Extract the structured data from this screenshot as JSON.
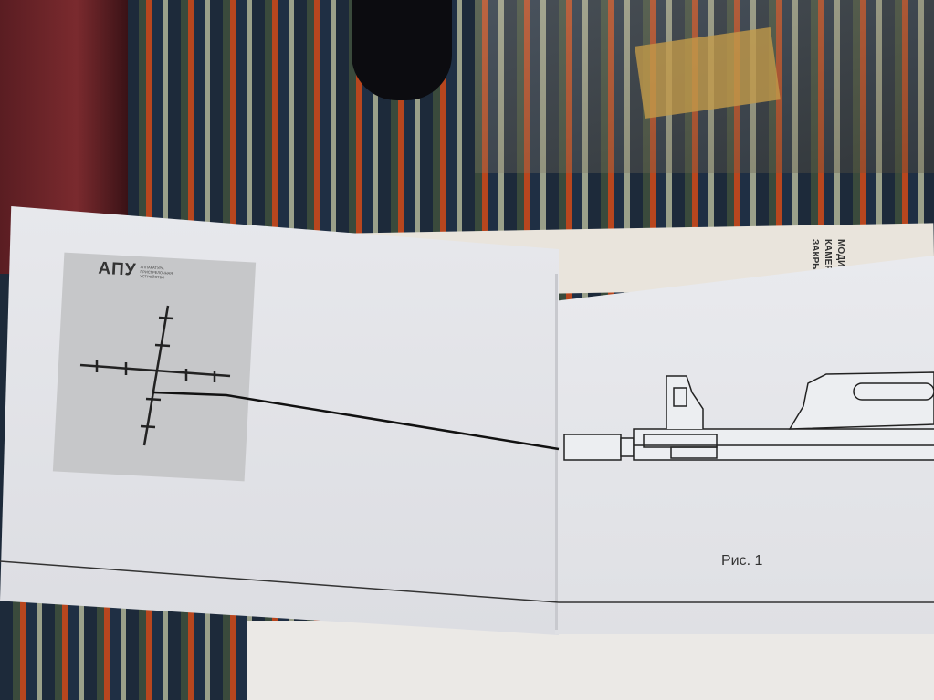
{
  "manual": {
    "card_logo": "АПУ",
    "card_logo_subtitle": "АППАРАТУРА ПРИСТРЕЛОЧНАЯ УСТРОЙСТВО",
    "figure_caption": "Рис. 1",
    "background_sheet_lines": [
      "МОДИ",
      "КАМЕР",
      "ЗАКРЫС"
    ]
  }
}
